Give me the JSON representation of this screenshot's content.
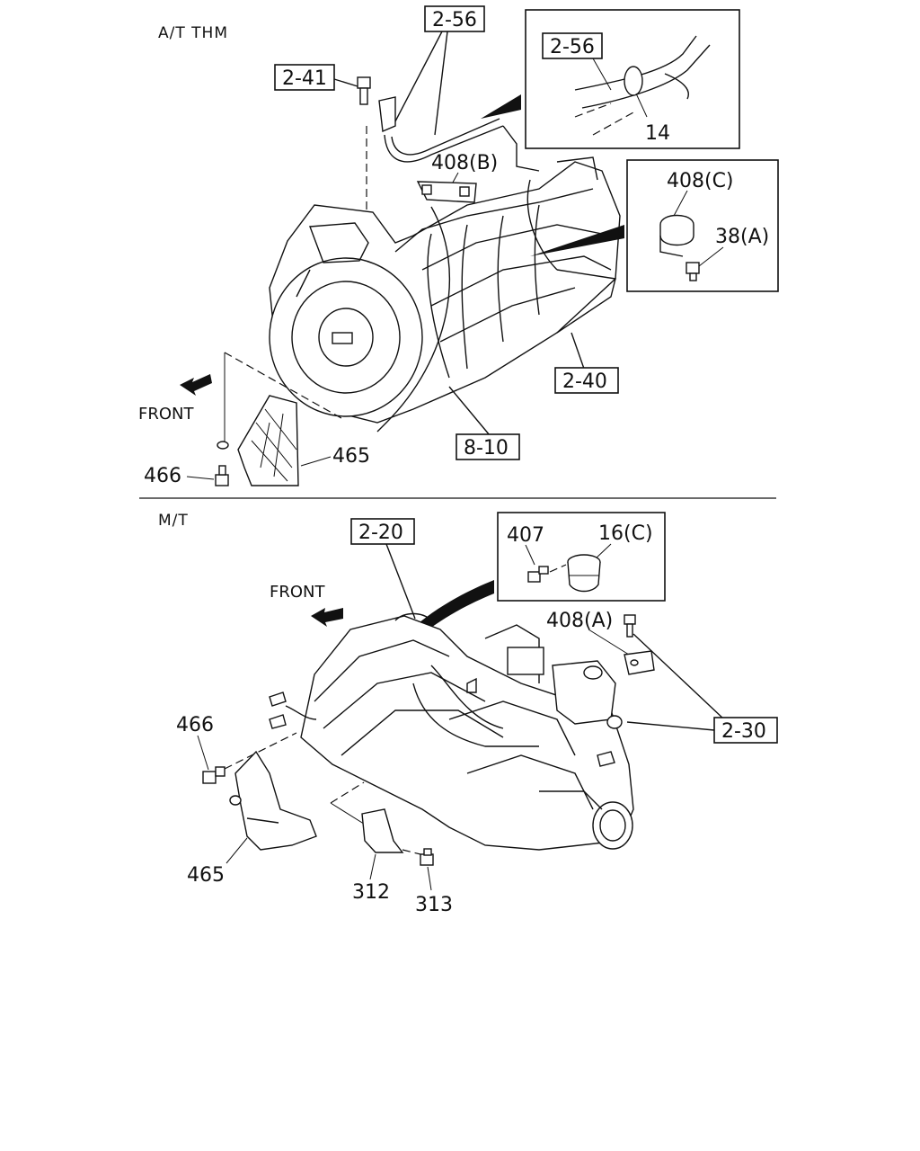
{
  "sections": {
    "at": {
      "title": "A/T THM",
      "front": "FRONT",
      "refs": {
        "r256": "2-56",
        "r241": "2-41",
        "r240": "2-40",
        "r810": "8-10"
      },
      "parts": {
        "p408b": "408(B)",
        "p465": "465",
        "p466": "466"
      },
      "inset1": {
        "ref": "2-56",
        "part": "14"
      },
      "inset2": {
        "p408c": "408(C)",
        "p38a": "38(A)"
      }
    },
    "mt": {
      "title": "M/T",
      "front": "FRONT",
      "refs": {
        "r220": "2-20",
        "r230": "2-30"
      },
      "parts": {
        "p408a": "408(A)",
        "p466": "466",
        "p465": "465",
        "p312": "312",
        "p313": "313"
      },
      "inset": {
        "p407": "407",
        "p16c": "16(C)"
      }
    }
  }
}
